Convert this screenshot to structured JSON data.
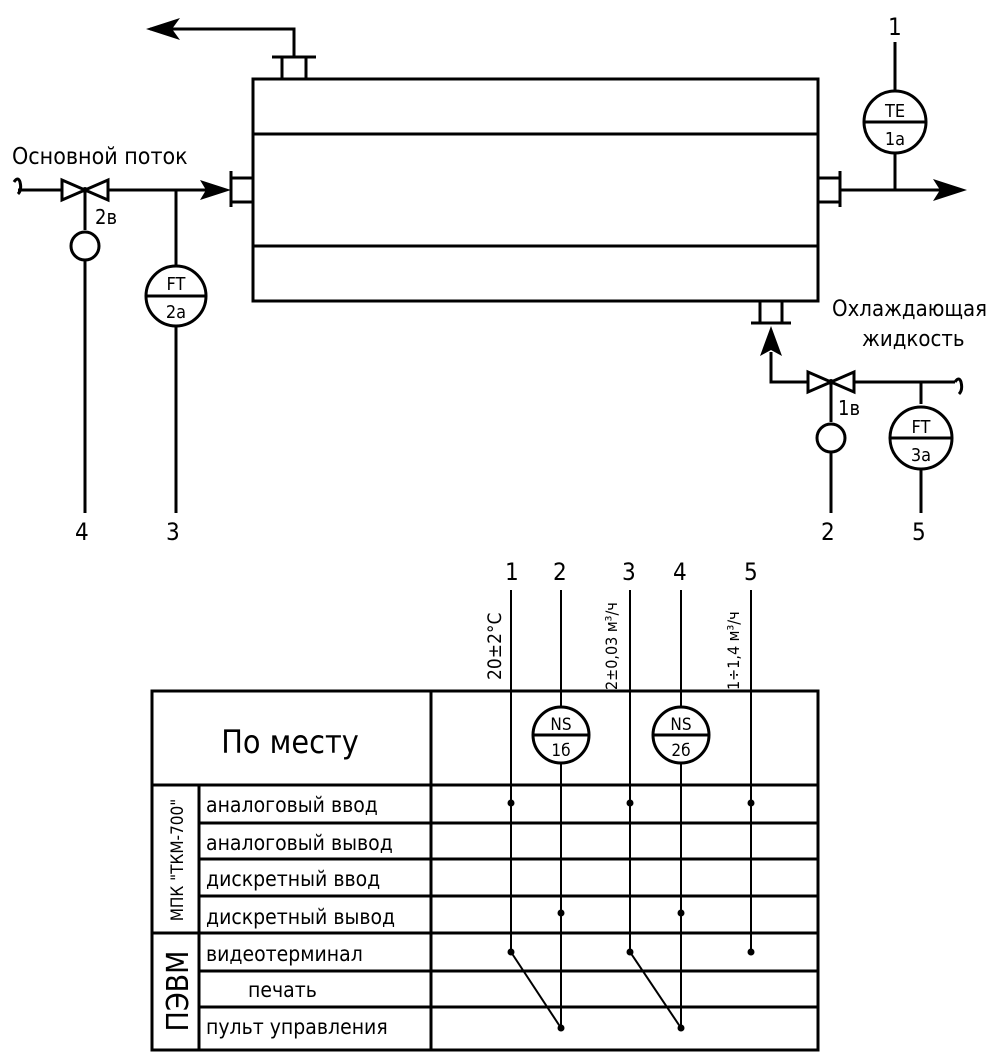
{
  "labels": {
    "main_flow": "Основной поток",
    "coolant_line1": "Охлаждающая",
    "coolant_line2": "жидкость"
  },
  "valves": {
    "v_main": "2в",
    "v_cool": "1в"
  },
  "instruments": {
    "te1": {
      "code": "TE",
      "num": "1а"
    },
    "ft2": {
      "code": "FT",
      "num": "2а"
    },
    "ft3": {
      "code": "FT",
      "num": "3а"
    },
    "ns1": {
      "code": "NS",
      "num": "1б"
    },
    "ns2": {
      "code": "NS",
      "num": "2б"
    }
  },
  "line_numbers": {
    "top_1": "1",
    "bottom_4": "4",
    "bottom_3": "3",
    "bottom_2": "2",
    "bottom_5": "5",
    "col_1": "1",
    "col_2": "2",
    "col_3": "3",
    "col_4": "4",
    "col_5": "5"
  },
  "setpoints": {
    "temp": "20±2°С",
    "flow_main": "2±0,03 м³/ч",
    "flow_cool": "1÷1,4 м³/ч"
  },
  "table": {
    "local": "По месту",
    "group_mpk": "МПК \"ТКМ-700\"",
    "group_pevm": "ПЭВМ",
    "rows": [
      "аналоговый ввод",
      "аналоговый вывод",
      "дискретный ввод",
      "дискретный вывод",
      "видеотерминал",
      "печать",
      "пульт управления"
    ]
  }
}
